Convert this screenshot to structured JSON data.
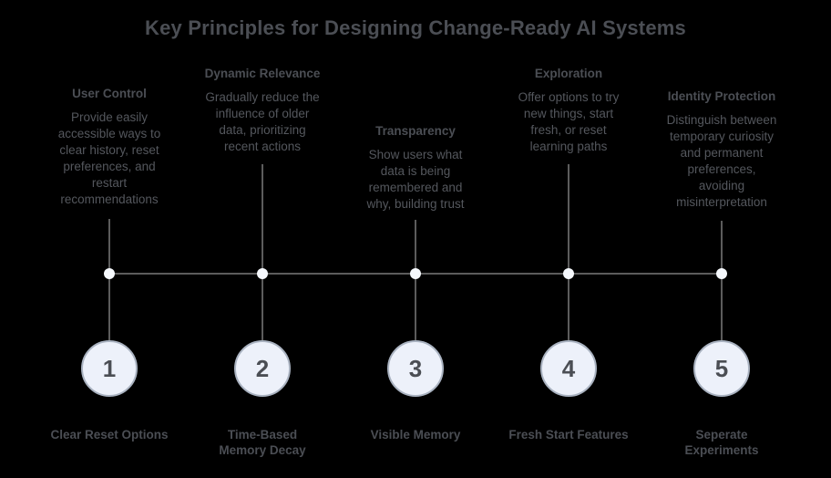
{
  "title": "Key Principles for Designing Change-Ready AI Systems",
  "colors": {
    "background": "#000000",
    "text_primary": "#4b4e54",
    "text_body": "#54575d",
    "line": "#5c5c5c",
    "node_dot": "#f5f8fc",
    "circle_fill": "#edf1fa",
    "circle_border": "#a9b2c0"
  },
  "principles": [
    {
      "number": "1",
      "heading": "User Control",
      "description": "Provide easily\naccessible ways to\nclear history, reset\npreferences, and\nrestart\nrecommendations",
      "label": "Clear Reset Options"
    },
    {
      "number": "2",
      "heading": "Dynamic Relevance",
      "description": "Gradually reduce the\ninfluence of older\ndata, prioritizing\nrecent actions",
      "label": "Time-Based\nMemory Decay"
    },
    {
      "number": "3",
      "heading": "Transparency",
      "description": "Show users what\ndata is being\nremembered and\nwhy, building trust",
      "label": "Visible Memory"
    },
    {
      "number": "4",
      "heading": "Exploration",
      "description": "Offer options to try\nnew things, start\nfresh, or reset\nlearning paths",
      "label": "Fresh Start Features"
    },
    {
      "number": "5",
      "heading": "Identity Protection",
      "description": "Distinguish between\ntemporary curiosity\nand permanent\npreferences,\navoiding\nmisinterpretation",
      "label": "Seperate\nExperiments"
    }
  ]
}
